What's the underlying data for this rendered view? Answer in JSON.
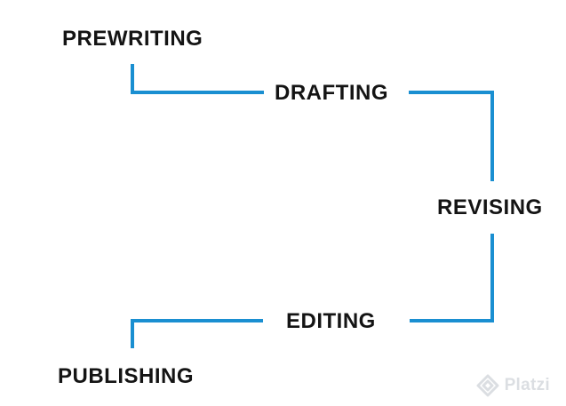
{
  "diagram": {
    "steps": [
      {
        "id": "prewriting",
        "label": "PREWRITING"
      },
      {
        "id": "drafting",
        "label": "DRAFTING"
      },
      {
        "id": "revising",
        "label": "REVISING"
      },
      {
        "id": "editing",
        "label": "EDITING"
      },
      {
        "id": "publishing",
        "label": "PUBLISHING"
      }
    ],
    "connector_color": "#1a8fd1",
    "text_color": "#141414"
  },
  "watermark": {
    "brand": "Platzi",
    "icon": "platzi-logo-icon"
  }
}
